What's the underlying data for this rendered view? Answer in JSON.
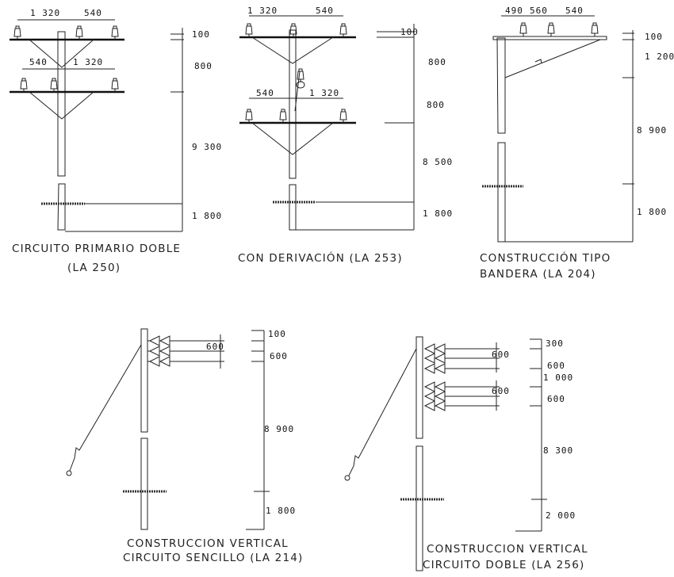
{
  "drawings": [
    {
      "title": [
        "CIRCUITO PRIMARIO DOBLE",
        "(LA 250)"
      ],
      "horizontal_dims": [
        "1 320",
        "540",
        "540",
        "1 320"
      ],
      "vertical_dims": [
        "100",
        "800",
        "9 300",
        "1 800"
      ]
    },
    {
      "title": [
        "CON DERIVACIÓN (LA 253)"
      ],
      "horizontal_dims": [
        "1 320",
        "540",
        "540",
        "1 320"
      ],
      "vertical_dims": [
        "100",
        "800",
        "800",
        "8 500",
        "1 800"
      ]
    },
    {
      "title": [
        "CONSTRUCCIÓN TIPO",
        "BANDERA (LA 204)"
      ],
      "horizontal_dims": [
        "490",
        "560",
        "540"
      ],
      "vertical_dims": [
        "100",
        "1 200",
        "8 900",
        "1 800"
      ]
    },
    {
      "title": [
        "CONSTRUCCION VERTICAL",
        "CIRCUITO SENCILLO (LA 214)"
      ],
      "horizontal_dims": [
        "600"
      ],
      "vertical_dims": [
        "100",
        "600",
        "8 900",
        "1 800"
      ]
    },
    {
      "title": [
        "CONSTRUCCION VERTICAL",
        "CIRCUITO DOBLE (LA 256)"
      ],
      "horizontal_dims": [
        "600",
        "600"
      ],
      "vertical_dims": [
        "300",
        "600",
        "1 000",
        "600",
        "8 300",
        "2 000"
      ]
    }
  ]
}
